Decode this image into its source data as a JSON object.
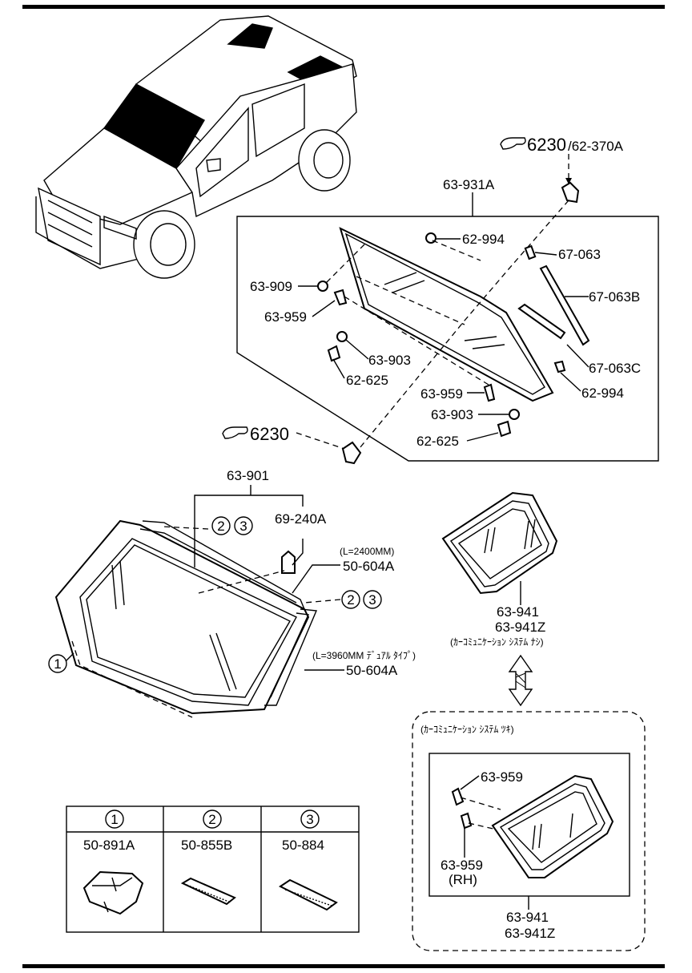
{
  "ref_main": "6230",
  "ref_main_suffix": "/62-370A",
  "ref_lower": "6230",
  "parts": {
    "p63931A": "63-931A",
    "p62994a": "62-994",
    "p67063": "67-063",
    "p63909": "63-909",
    "p67063B": "67-063B",
    "p63959a": "63-959",
    "p63903a": "63-903",
    "p67063C": "67-063C",
    "p62625a": "62-625",
    "p63959b": "63-959",
    "p62994b": "62-994",
    "p63903b": "63-903",
    "p62625b": "62-625",
    "p63901": "63-901",
    "p69240A": "69-240A",
    "len1": "(L=2400MM)",
    "p50604A_1": "50-604A",
    "len2": "(L=3960MM ﾃﾞｭｱﾙ ﾀｲﾌﾟ)",
    "p50604A_2": "50-604A",
    "p63941": "63-941",
    "p63941Z": "63-941Z",
    "no_comm": "(ｶｰｺﾐｭﾆｹｰｼｮﾝ ｼｽﾃﾑ ﾅｼ)",
    "with_comm": "(ｶｰｺﾐｭﾆｹｰｼｮﾝ ｼｽﾃﾑ ﾂｷ)",
    "p63959c": "63-959",
    "p63959d": "63-959",
    "rh": "(RH)",
    "p63941b": "63-941",
    "p63941Zb": "63-941Z"
  },
  "callouts": {
    "one": "1",
    "two": "2",
    "three": "3"
  },
  "legend": {
    "headers": [
      "1",
      "2",
      "3"
    ],
    "parts": [
      "50-891A",
      "50-855B",
      "50-884"
    ]
  }
}
